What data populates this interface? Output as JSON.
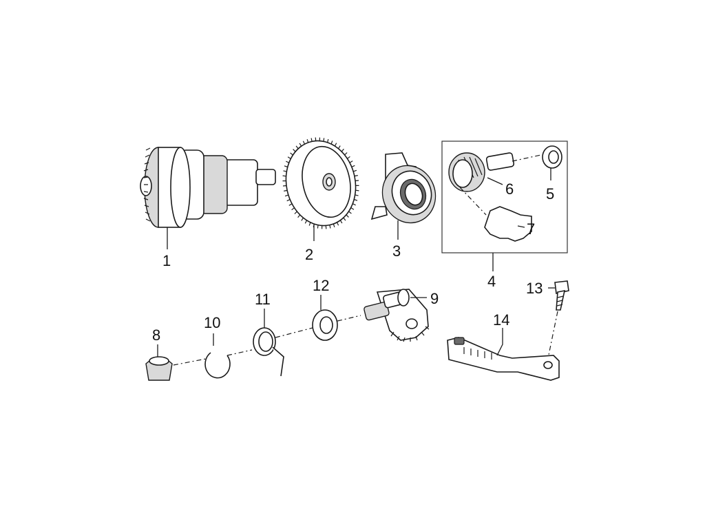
{
  "callouts": {
    "c1": "1",
    "c2": "2",
    "c3": "3",
    "c4": "4",
    "c5": "5",
    "c6": "6",
    "c7": "7",
    "c8": "8",
    "c9": "9",
    "c10": "10",
    "c11": "11",
    "c12": "12",
    "c13": "13",
    "c14": "14"
  },
  "colors": {
    "line": "#1a1a1a",
    "shade": "#d9d9d9",
    "background": "#ffffff"
  }
}
